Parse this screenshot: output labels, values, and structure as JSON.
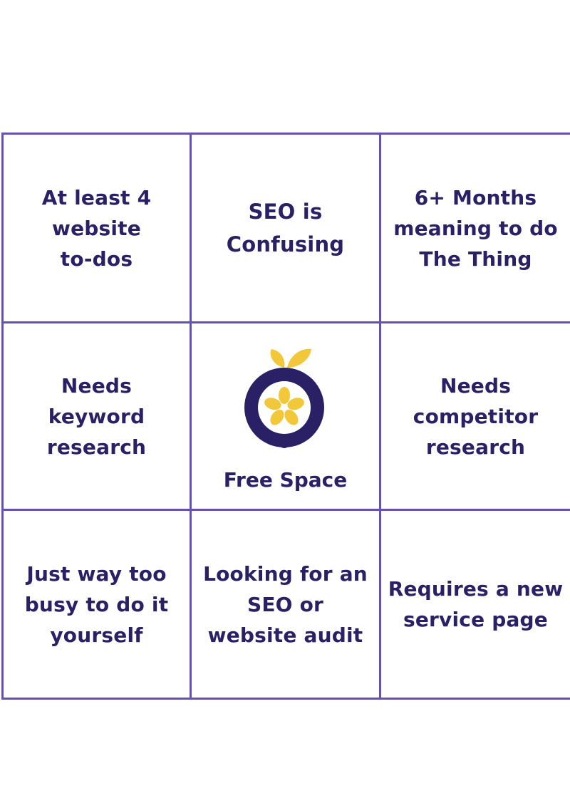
{
  "board": {
    "cells": [
      {
        "text": "At least 4\nwebsite\nto-dos"
      },
      {
        "text": "SEO is\nConfusing"
      },
      {
        "text": "6+ Months\nmeaning to do\nThe Thing"
      },
      {
        "text": "Needs\nkeyword\nresearch"
      },
      {
        "text": "Free Space"
      },
      {
        "text": "Needs\ncompetitor\nresearch"
      },
      {
        "text": "Just way too\nbusy to do it\nyourself"
      },
      {
        "text": "Looking for an\nSEO or\nwebsite audit"
      },
      {
        "text": "Requires a new\nservice page"
      }
    ],
    "icon": "lemon-slice-logo-icon"
  },
  "colors": {
    "grid": "#6650b4",
    "text": "#2a2065",
    "logo_dark": "#2a2065",
    "logo_yellow": "#f2c73a"
  }
}
